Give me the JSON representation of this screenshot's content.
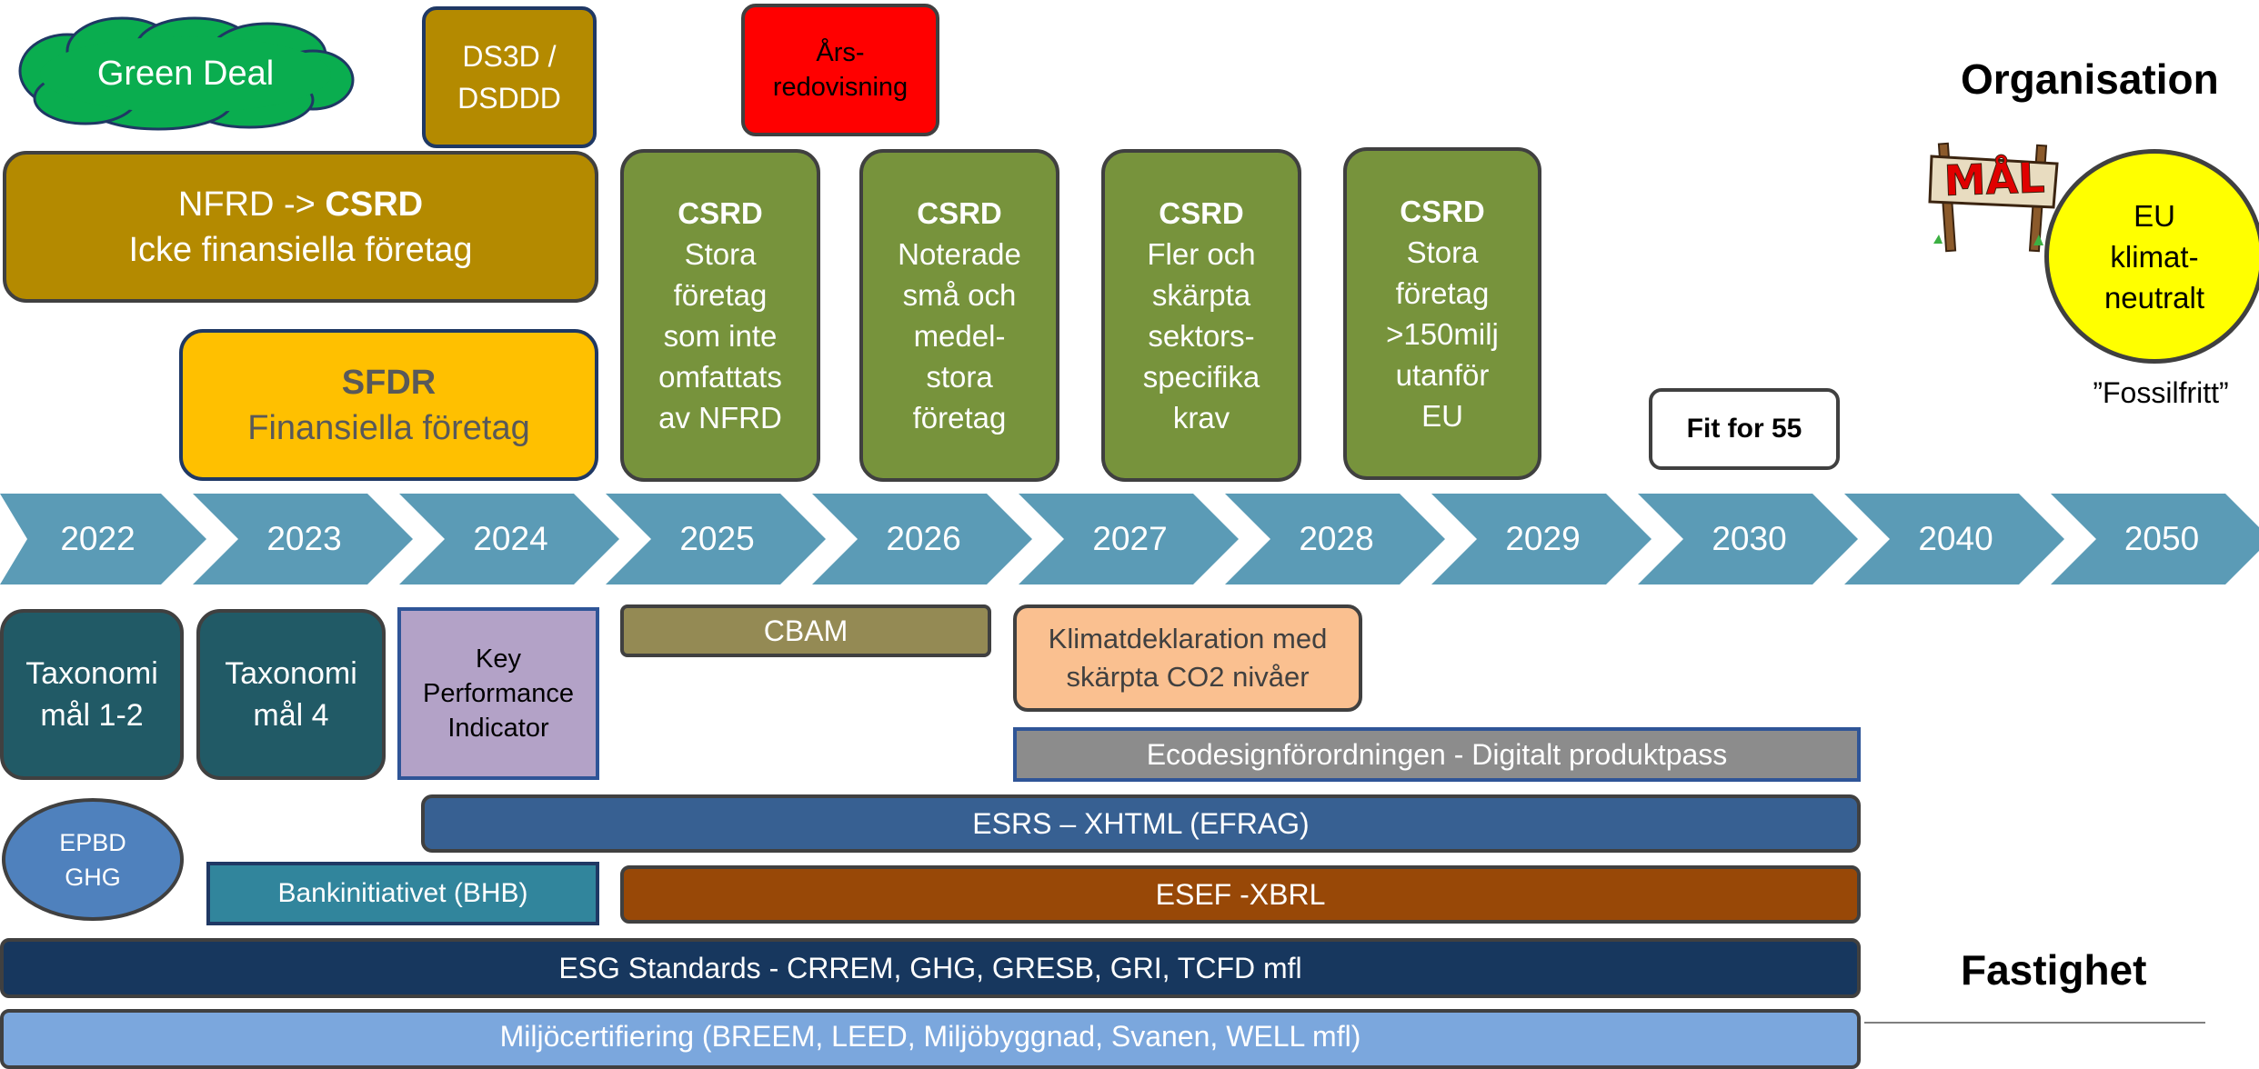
{
  "top": {
    "green_deal": "Green Deal",
    "ds3d_line1": "DS3D /",
    "ds3d_line2": "DSDDD",
    "ars_line1": "Års-",
    "ars_line2": "redovisning",
    "organisation": "Organisation",
    "nfrd_prefix": "NFRD -> ",
    "nfrd_csrd": "CSRD",
    "nfrd_line2": "Icke finansiella företag",
    "sfdr_line1": "SFDR",
    "sfdr_line2": "Finansiella företag",
    "csrd_boxes": [
      {
        "title": "CSRD",
        "lines": [
          "Stora",
          "företag",
          "som inte",
          "omfattats",
          "av NFRD"
        ]
      },
      {
        "title": "CSRD",
        "lines": [
          "Noterade",
          "små och",
          "medel-",
          "stora",
          "företag"
        ]
      },
      {
        "title": "CSRD",
        "lines": [
          "Fler och",
          "skärpta",
          "sektors-",
          "specifika",
          "krav"
        ]
      },
      {
        "title": "CSRD",
        "lines": [
          "Stora",
          "företag",
          ">150milj",
          "utanför",
          "EU"
        ]
      }
    ],
    "fit_for_55": "Fit for 55",
    "mal_sign": "MÅL",
    "eu_line1": "EU",
    "eu_line2": "klimat-",
    "eu_line3": "neutralt",
    "fossilfritt": "”Fossilfritt”"
  },
  "timeline": {
    "years": [
      "2022",
      "2023",
      "2024",
      "2025",
      "2026",
      "2027",
      "2028",
      "2029",
      "2030",
      "2040",
      "2050"
    ]
  },
  "bottom": {
    "taxonomi1_line1": "Taxonomi",
    "taxonomi1_line2": "mål 1-2",
    "taxonomi4_line1": "Taxonomi",
    "taxonomi4_line2": "mål 4",
    "kpi_line1": "Key",
    "kpi_line2": "Performance",
    "kpi_line3": "Indicator",
    "cbam": "CBAM",
    "klimat_line1": "Klimatdeklaration med",
    "klimat_line2": "skärpta CO2 nivåer",
    "ecodesign": "Ecodesignförordningen - Digitalt produktpass",
    "epbd_line1": "EPBD",
    "epbd_line2": "GHG",
    "esrs": "ESRS – XHTML (EFRAG)",
    "bhb": "Bankinitiativet (BHB)",
    "esef": "ESEF -XBRL",
    "esg": "ESG Standards - CRREM, GHG, GRESB, GRI, TCFD mfl",
    "miljo": "Miljöcertifiering (BREEM, LEED, Miljöbyggnad, Svanen, WELL mfl)",
    "fastighet": "Fastighet"
  },
  "colors": {
    "green_deal": "#0aad4f",
    "nfrd": "#b48a00",
    "sfdr": "#ffc000",
    "ars": "#ff0000",
    "csrd": "#77933c",
    "arrow": "#5b9bb6",
    "taxonomi": "#215a66",
    "kpi": "#b3a2c7",
    "cbam": "#948a54",
    "klimat": "#fac090",
    "ecodesign": "#8c8c8c",
    "epbd": "#4f81bd",
    "esrs": "#376092",
    "bhb": "#31859c",
    "esef": "#984807",
    "esg": "#17375e",
    "miljo": "#7ba7dd",
    "eu": "#ffff00"
  }
}
